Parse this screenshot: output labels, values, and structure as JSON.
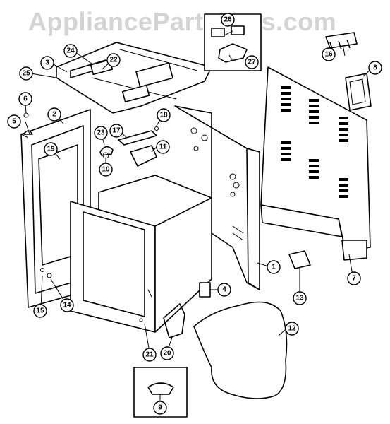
{
  "watermark": "AppliancePartsPros.com",
  "callouts": [
    {
      "id": "c1",
      "label": "1"
    },
    {
      "id": "c2",
      "label": "2"
    },
    {
      "id": "c3",
      "label": "3"
    },
    {
      "id": "c4",
      "label": "4"
    },
    {
      "id": "c5",
      "label": "5"
    },
    {
      "id": "c6",
      "label": "6"
    },
    {
      "id": "c7",
      "label": "7"
    },
    {
      "id": "c8",
      "label": "8"
    },
    {
      "id": "c9",
      "label": "9"
    },
    {
      "id": "c10",
      "label": "10"
    },
    {
      "id": "c11",
      "label": "11"
    },
    {
      "id": "c12",
      "label": "12"
    },
    {
      "id": "c13",
      "label": "13"
    },
    {
      "id": "c14",
      "label": "14"
    },
    {
      "id": "c15",
      "label": "15"
    },
    {
      "id": "c16",
      "label": "16"
    },
    {
      "id": "c17",
      "label": "17"
    },
    {
      "id": "c18",
      "label": "18"
    },
    {
      "id": "c19",
      "label": "19"
    },
    {
      "id": "c20",
      "label": "20"
    },
    {
      "id": "c21",
      "label": "21"
    },
    {
      "id": "c22",
      "label": "22"
    },
    {
      "id": "c23",
      "label": "23"
    },
    {
      "id": "c24",
      "label": "24"
    },
    {
      "id": "c25",
      "label": "25"
    },
    {
      "id": "c26",
      "label": "26"
    },
    {
      "id": "c27",
      "label": "27"
    }
  ]
}
